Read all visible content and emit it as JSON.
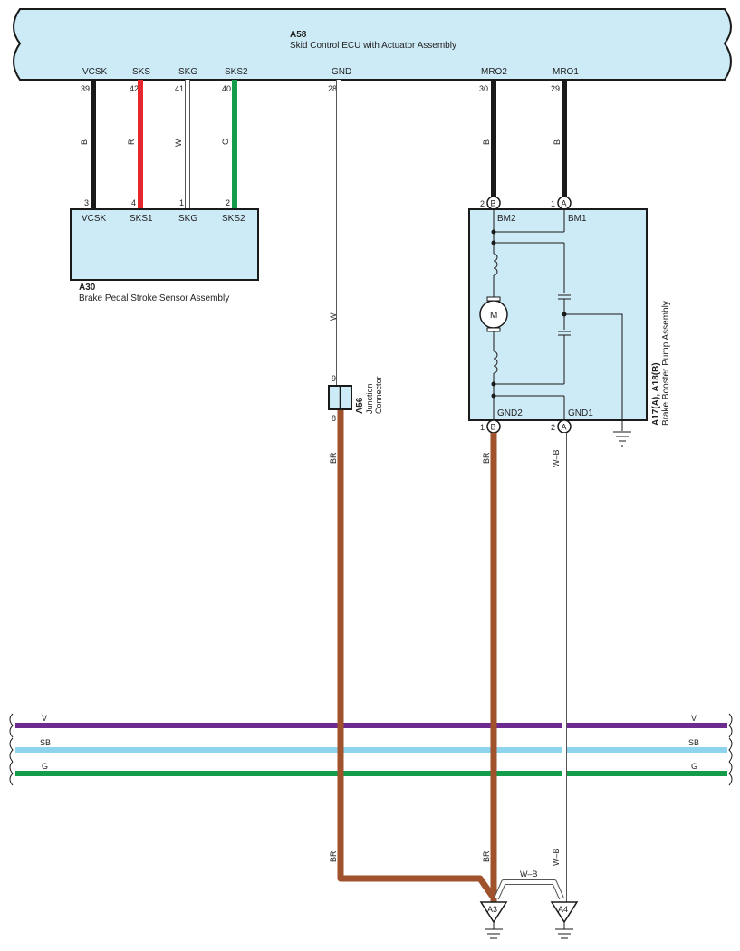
{
  "colors": {
    "box_fill": "#cdeaf7",
    "wire_black": "#1a1a1a",
    "wire_red": "#e8262e",
    "wire_green": "#139c4a",
    "wire_brown": "#a0522d",
    "wire_white_outline": "#555555",
    "bus_violet": "#6e2b8f",
    "bus_sky_blue": "#8fd4ef",
    "bus_green": "#139c4a"
  },
  "ecu": {
    "code": "A58",
    "name": "Skid Control ECU with Actuator Assembly",
    "terminals": [
      {
        "name": "VCSK",
        "pin": "39",
        "wire": "B"
      },
      {
        "name": "SKS",
        "pin": "42",
        "wire": "R"
      },
      {
        "name": "SKG",
        "pin": "41",
        "wire": "W"
      },
      {
        "name": "SKS2",
        "pin": "40",
        "wire": "G"
      },
      {
        "name": "GND",
        "pin": "28",
        "wire": "W"
      },
      {
        "name": "MRO2",
        "pin": "30",
        "wire": "B"
      },
      {
        "name": "MRO1",
        "pin": "29",
        "wire": "B"
      }
    ]
  },
  "sensor": {
    "code": "A30",
    "name": "Brake Pedal Stroke Sensor Assembly",
    "terminals": [
      {
        "name": "VCSK",
        "pin": "3"
      },
      {
        "name": "SKS1",
        "pin": "4"
      },
      {
        "name": "SKG",
        "pin": "1"
      },
      {
        "name": "SKS2",
        "pin": "2"
      }
    ]
  },
  "junction": {
    "code": "A56",
    "name_line1": "Junction",
    "name_line2": "Connector",
    "pin_top": "9",
    "pin_bottom": "8"
  },
  "pump": {
    "code": "A17(A), A18(B)",
    "name": "Brake Booster Pump Assembly",
    "motor_symbol": "M",
    "top_terminals": [
      {
        "name": "BM2",
        "pin": "2",
        "connector": "B"
      },
      {
        "name": "BM1",
        "pin": "1",
        "connector": "A"
      }
    ],
    "bottom_terminals": [
      {
        "name": "GND2",
        "pin": "1",
        "connector": "B",
        "wire": "BR"
      },
      {
        "name": "GND1",
        "pin": "2",
        "connector": "A",
        "wire": "W–B"
      }
    ]
  },
  "bus": {
    "left": [
      "V",
      "SB",
      "G"
    ],
    "right": [
      "V",
      "SB",
      "G"
    ]
  },
  "lower_wire_labels": {
    "junction_wire": "BR",
    "gnd2_wire": "BR",
    "gnd1_wire": "W–B",
    "bridge": "W–B"
  },
  "grounds": [
    "A3",
    "A4"
  ]
}
